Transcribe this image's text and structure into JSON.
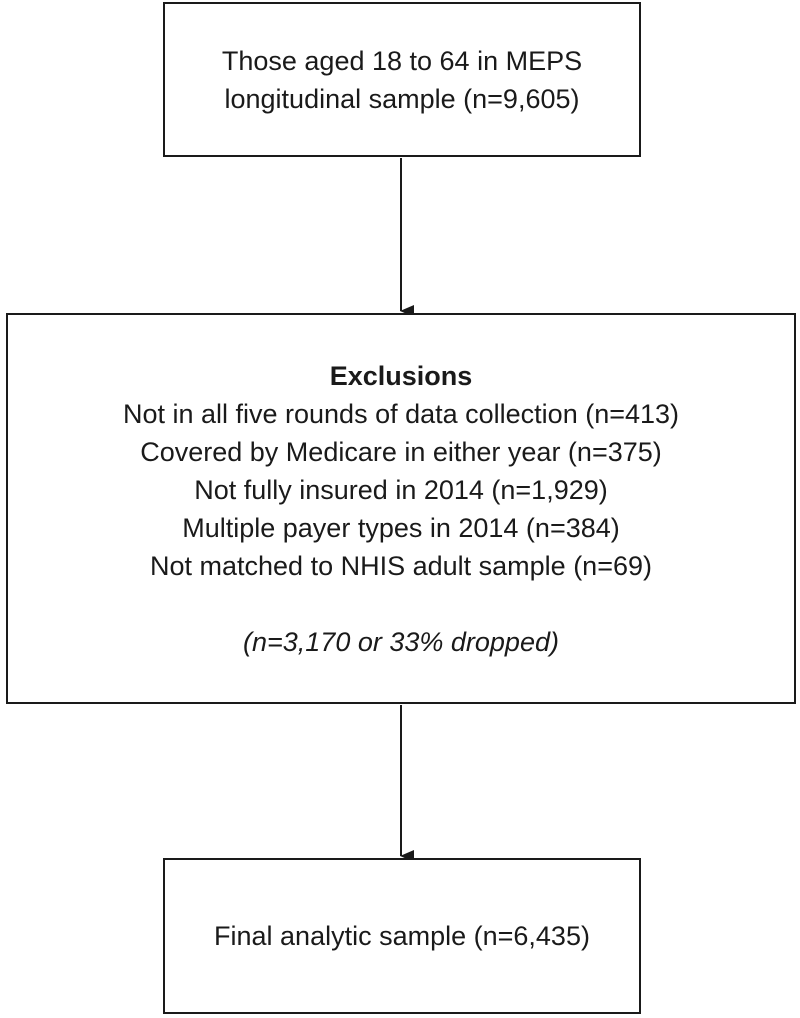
{
  "boxes": {
    "start": {
      "lines": [
        "Those aged 18 to 64 in MEPS",
        "longitudinal sample (n=9,605)"
      ]
    },
    "exclusions": {
      "title": "Exclusions",
      "items": [
        "Not in all five rounds of data collection (n=413)",
        "Covered by Medicare in either year (n=375)",
        "Not fully insured in 2014 (n=1,929)",
        "Multiple payer types in 2014 (n=384)",
        "Not matched to NHIS adult sample (n=69)"
      ],
      "summary": "(n=3,170 or 33% dropped)"
    },
    "final": {
      "label": "Final analytic sample (n=6,435)"
    }
  },
  "colors": {
    "stroke": "#1a1a1a",
    "background": "#ffffff"
  }
}
